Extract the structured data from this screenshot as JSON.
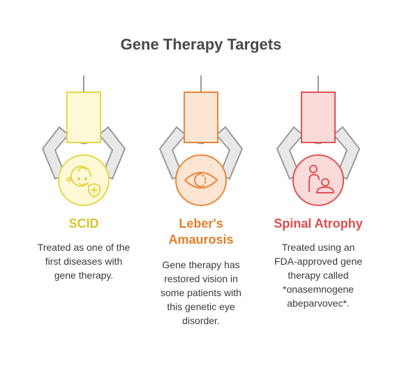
{
  "title": "Gene Therapy Targets",
  "items": [
    {
      "label": "SCID",
      "description": "Treated as one of the first diseases with gene therapy.",
      "icon": "baby-shield-icon",
      "color": "#e6d54a",
      "fill": "#fdf8d6",
      "text_color": "#d6c42f"
    },
    {
      "label_lines": [
        "Leber's",
        "Amaurosis"
      ],
      "description": "Gene therapy has restored vision in some patients with this genetic eye disorder.",
      "icon": "eye-icon",
      "color": "#e6873a",
      "fill": "#fce5d3",
      "text_color": "#e07f2c"
    },
    {
      "label": "Spinal Atrophy",
      "description": "Treated using an FDA-approved gene therapy called *onasemnogene abeparvovec*.",
      "icon": "patient-caregiver-icon",
      "color": "#e05252",
      "fill": "#fbdada",
      "text_color": "#de4d4d"
    }
  ]
}
